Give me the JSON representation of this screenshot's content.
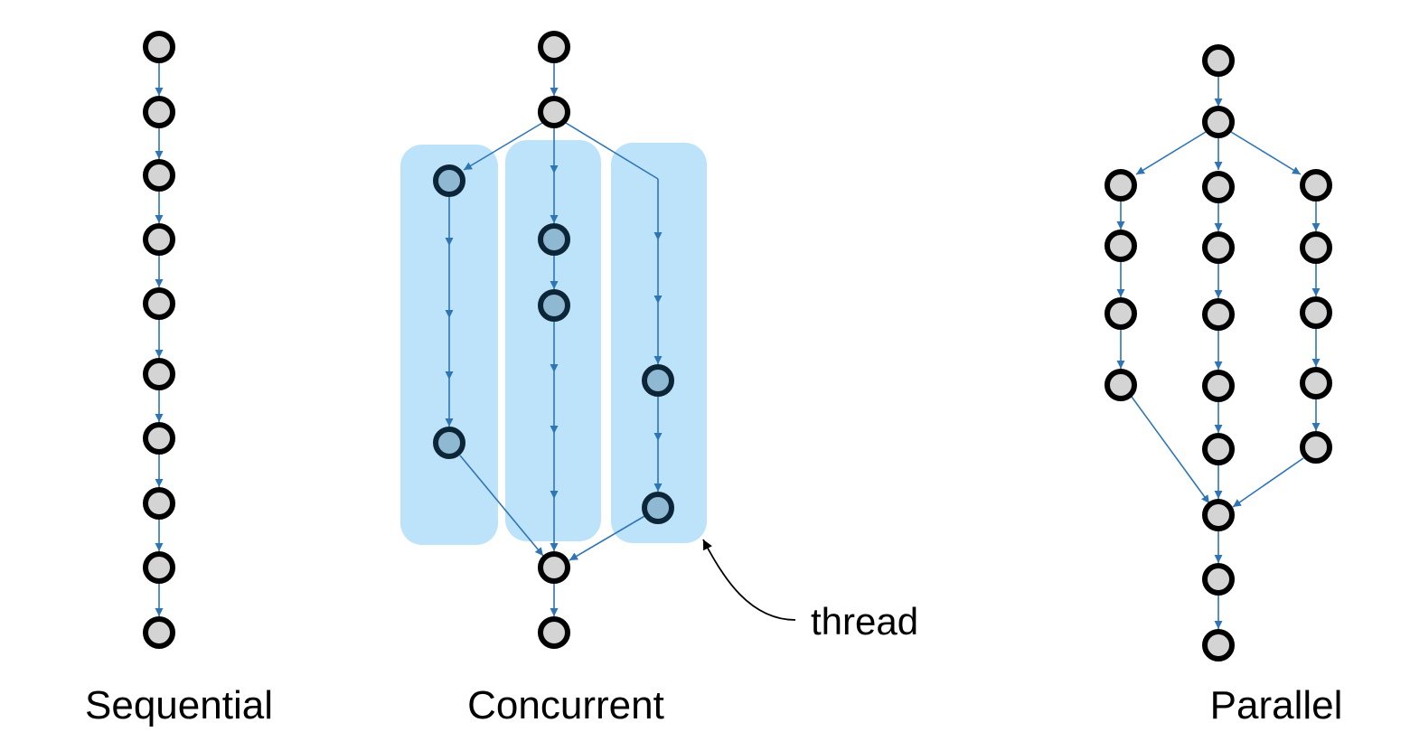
{
  "captions": {
    "sequential": "Sequential",
    "concurrent": "Concurrent",
    "parallel": "Parallel"
  },
  "callout": {
    "label": "thread"
  },
  "colors": {
    "edge": "#2e75b6",
    "thread_background": "#bde3fa",
    "node_fill": "#d4d4d4",
    "thread_node_fill": "#8fb8d2",
    "node_stroke": "#000000"
  }
}
